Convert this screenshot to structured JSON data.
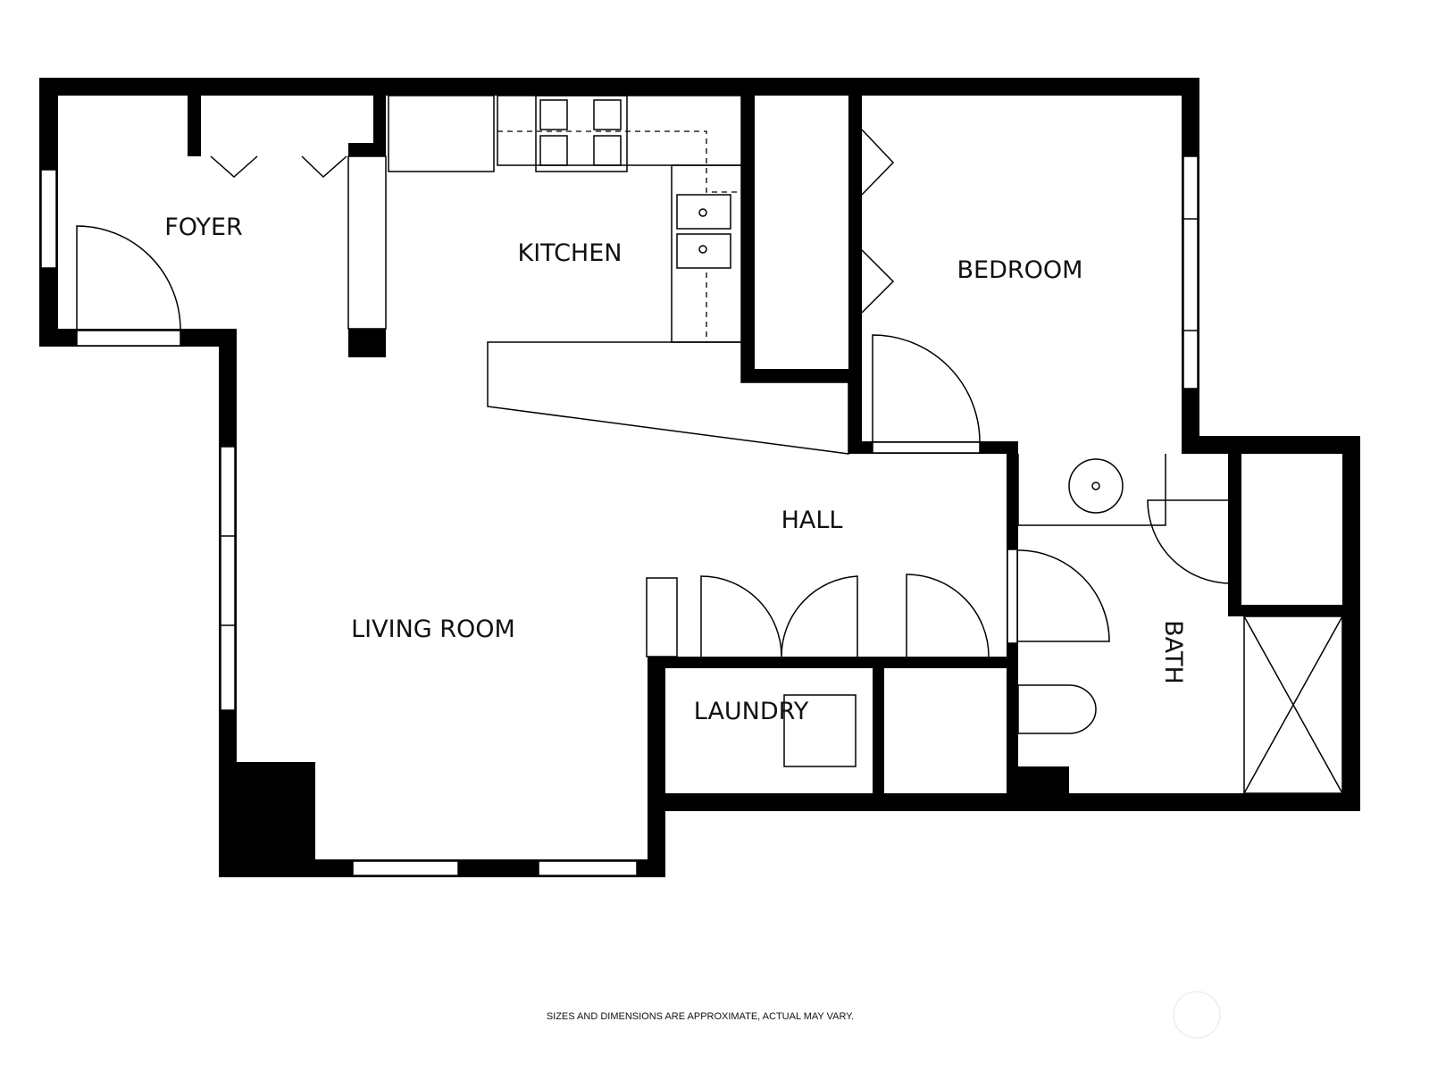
{
  "rooms": {
    "foyer": "FOYER",
    "kitchen": "KITCHEN",
    "bedroom": "BEDROOM",
    "hall": "HALL",
    "living_room": "LIVING ROOM",
    "laundry": "LAUNDRY",
    "bath": "BATH"
  },
  "footer": {
    "disclaimer": "SIZES AND DIMENSIONS ARE APPROXIMATE, ACTUAL MAY VARY."
  }
}
